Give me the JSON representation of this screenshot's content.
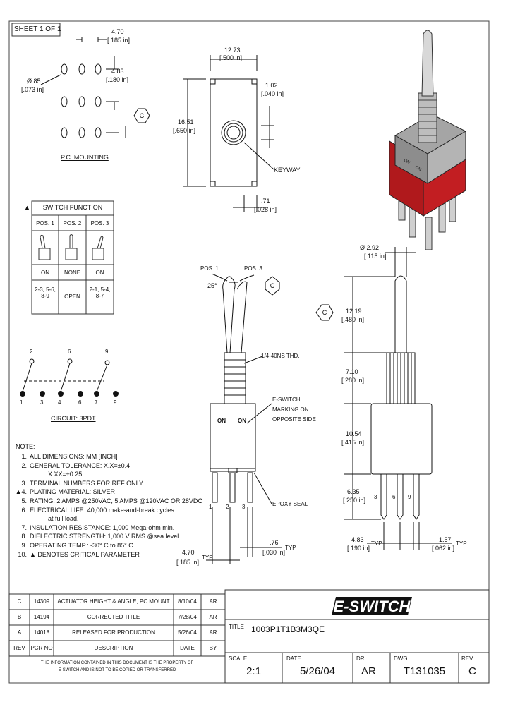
{
  "sheet": "SHEET 1 OF 1",
  "pc_mounting": {
    "hole_dia": "Ø.85",
    "hole_dia_in": "[.073 in]",
    "pitch_h": "4.70",
    "pitch_h_in": "[.185 in]",
    "pitch_v": "4.83",
    "pitch_v_in": "[.180 in]",
    "label": "P.C. MOUNTING",
    "crit": "C"
  },
  "top_view": {
    "width": "12.73",
    "width_in": "[.500 in]",
    "height": "16.51",
    "height_in": "[.650 in]",
    "bush": "1.02",
    "bush_in": "[.040 in]",
    "keyway": "KEYWAY",
    "side": ".71",
    "side_in": "[.028 in]"
  },
  "switch_function": {
    "marker": "▲",
    "title": "SWITCH FUNCTION",
    "headers": [
      "POS. 1",
      "POS. 2",
      "POS. 3"
    ],
    "states": [
      "ON",
      "NONE",
      "ON"
    ],
    "connections": [
      "2-3, 5-6, 8-9",
      "OPEN",
      "2-1, 5-4, 8-7"
    ]
  },
  "circuit": {
    "top_terminals": [
      "2",
      "6",
      "9"
    ],
    "bottom_terminals": [
      "1",
      "3",
      "4",
      "6",
      "7",
      "9"
    ],
    "label": "CIRCUIT: 3PDT"
  },
  "front_view": {
    "pos1": "POS. 1",
    "pos3": "POS. 3",
    "angle": "25°",
    "crit": "C",
    "thread": "1/4-40NS THD.",
    "marking": [
      "E-SWITCH",
      "MARKING ON",
      "OPPOSITE SIDE"
    ],
    "on_left": "ON",
    "on_right": "ON",
    "terms": [
      "1",
      "2",
      "3"
    ],
    "epoxy": "EPOXY SEAL",
    "term_pitch": "4.70",
    "term_pitch_in": "[.185 in]",
    "typ": "TYP.",
    "term_w": ".76",
    "term_w_in": "[.030 in]"
  },
  "side_view": {
    "dia": "Ø 2.92",
    "dia_in": "[.115 in]",
    "crit": "C",
    "lever": "12.19",
    "lever_in": "[.480 in]",
    "bushing": "7.10",
    "bushing_in": "[.280 in]",
    "body": "10.54",
    "body_in": "[.415 in]",
    "term_len": "6.35",
    "term_len_in": "[.250 in]",
    "terms": [
      "3",
      "6",
      "9"
    ],
    "pitch": "4.83",
    "pitch_in": "[.190 in]",
    "typ": "TYP.",
    "term_t": "1.57",
    "term_t_in": "[.062 in]"
  },
  "notes": {
    "heading": "NOTE:",
    "items": [
      {
        "mark": "1.",
        "text": "ALL DIMENSIONS: MM [INCH]"
      },
      {
        "mark": "2.",
        "text": "GENERAL TOLERANCE: X.X=±0.4"
      },
      {
        "mark": "",
        "text": "X.XX=±0.25"
      },
      {
        "mark": "3.",
        "text": "TERMINAL NUMBERS FOR REF ONLY"
      },
      {
        "mark": "▲4.",
        "text": "PLATING MATERIAL: SILVER"
      },
      {
        "mark": "5.",
        "text": "RATING: 2 AMPS @250VAC, 5 AMPS @120VAC OR 28VDC"
      },
      {
        "mark": "6.",
        "text": "ELECTRICAL LIFE: 40,000 make-and-break cycles"
      },
      {
        "mark": "",
        "text": "at full load."
      },
      {
        "mark": "7.",
        "text": "INSULATION RESISTANCE: 1,000 Mega-ohm min."
      },
      {
        "mark": "8.",
        "text": "DIELECTRIC STRENGTH: 1,000 V RMS @sea level."
      },
      {
        "mark": "9.",
        "text": "OPERATING TEMP.: -30° C to 85° C"
      },
      {
        "mark": "10.",
        "text": "▲ DENOTES CRITICAL PARAMETER"
      }
    ]
  },
  "revisions": {
    "rows": [
      {
        "rev": "C",
        "ecn": "14309",
        "desc": "ACTUATOR HEIGHT & ANGLE, PC MOUNT",
        "date": "8/10/04",
        "by": "AR"
      },
      {
        "rev": "B",
        "ecn": "14194",
        "desc": "CORRECTED TITLE",
        "date": "7/28/04",
        "by": "AR"
      },
      {
        "rev": "A",
        "ecn": "14018",
        "desc": "RELEASED FOR PRODUCTION",
        "date": "5/26/04",
        "by": "AR"
      }
    ],
    "headers": {
      "rev": "REV",
      "ecn": "PCR NO",
      "desc": "DESCRIPTION",
      "date": "DATE",
      "by": "BY"
    }
  },
  "disclaimer": [
    "THE INFORMATION CONTAINED IN THIS DOCUMENT IS THE PROPERTY OF",
    "E-SWITCH AND IS NOT TO BE COPIED OR TRANSFERRED"
  ],
  "title_block": {
    "logo": "E-SWITCH",
    "title_label": "TITLE",
    "title": "1003P1T1B3M3QE",
    "scale_label": "SCALE",
    "scale": "2:1",
    "date_label": "DATE",
    "date": "5/26/04",
    "dr_label": "DR",
    "dr": "AR",
    "dwg_label": "DWG",
    "dwg": "T131035",
    "rev_label": "REV",
    "rev": "C"
  },
  "colors": {
    "red": "#b0191c",
    "gray": "#9a9a9a",
    "line": "#222222"
  }
}
